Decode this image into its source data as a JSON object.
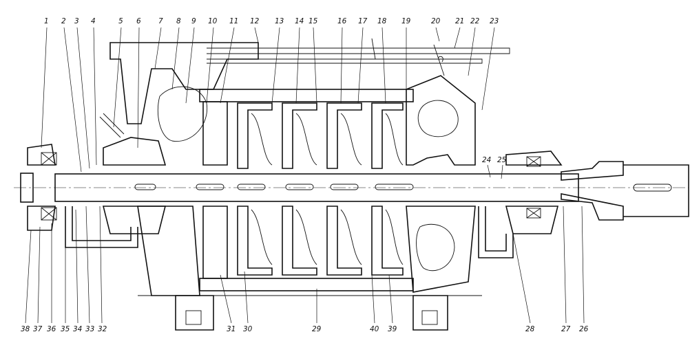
{
  "drawing": {
    "top_labels": [
      "1",
      "2",
      "3",
      "4",
      "5",
      "6",
      "7",
      "8",
      "9",
      "10",
      "11",
      "12",
      "13",
      "14",
      "15",
      "16",
      "17",
      "18",
      "19",
      "20",
      "21",
      "22",
      "23"
    ],
    "right_labels": [
      "24",
      "25"
    ],
    "bottom_labels": [
      "38",
      "37",
      "36",
      "35",
      "34",
      "33",
      "32",
      "31",
      "30",
      "29",
      "40",
      "39",
      "28",
      "27",
      "26"
    ]
  }
}
